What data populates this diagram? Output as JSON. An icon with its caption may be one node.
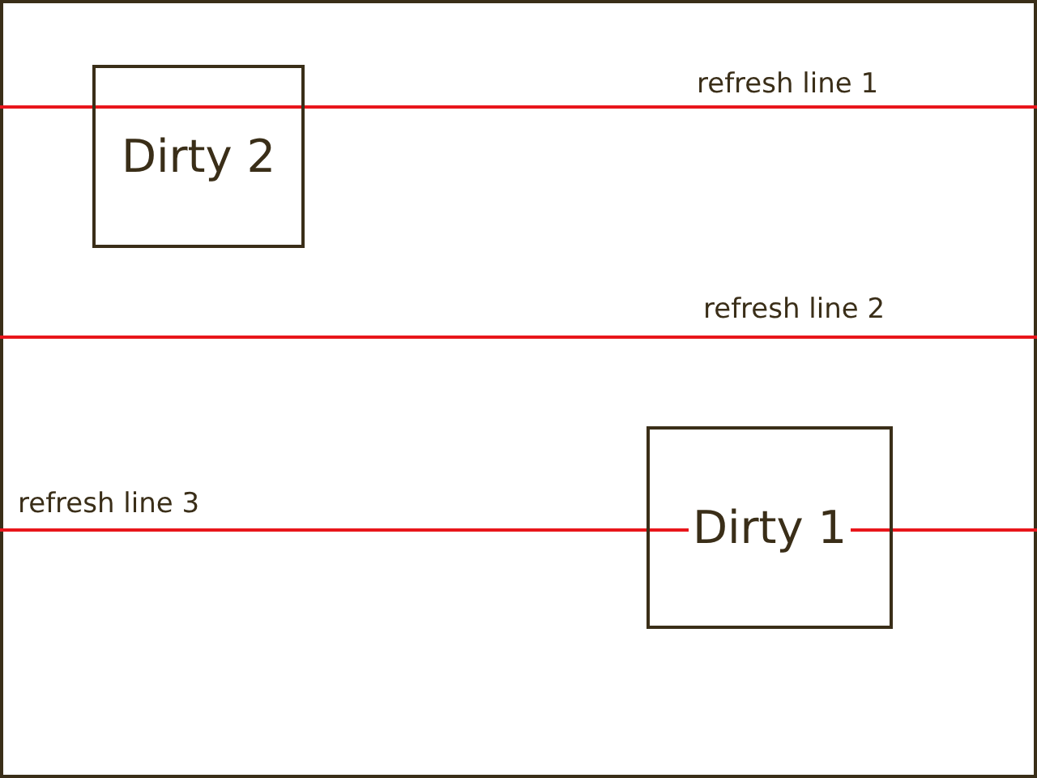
{
  "diagram": {
    "nodes": [
      {
        "text": [],
        "shape": "box"
      },
      {
        "text": [
          "Dirty 2"
        ],
        "in": 0
      },
      {
        "text": [
          "Dirty 1"
        ],
        "in": 0
      }
    ],
    "labels": [
      "refresh line 1",
      "refresh line 2",
      "refresh line 3"
    ]
  }
}
